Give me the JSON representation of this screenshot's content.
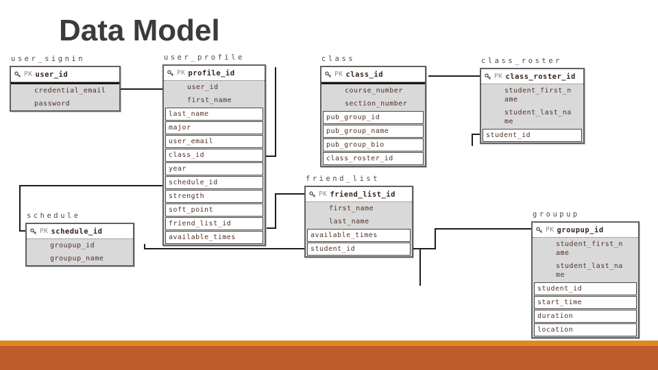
{
  "slide": {
    "title": "Data Model",
    "accent_stripe_color": "#e0891e",
    "bottom_bar_color": "#bd5b2b"
  },
  "tables": [
    {
      "id": "user_signin",
      "title": "user_signin",
      "pk_label": "PK",
      "pk_field": "user_id",
      "gray_fields": [
        "credential_email",
        "password"
      ],
      "white_fields": []
    },
    {
      "id": "user_profile",
      "title": "user_profile",
      "pk_label": "PK",
      "pk_field": "profile_id",
      "gray_fields": [
        "user_id",
        "first_name"
      ],
      "white_fields": [
        "last_name",
        "major",
        "user_email",
        "class_id",
        "year",
        "schedule_id",
        "strength",
        "soft_point",
        "friend_list_id",
        "available_times"
      ]
    },
    {
      "id": "class",
      "title": "class",
      "pk_label": "PK",
      "pk_field": "class_id",
      "gray_fields": [
        "course_number",
        "section_number"
      ],
      "white_fields": [
        "pub_group_id",
        "pub_group_name",
        "pub_group_bio",
        "class_roster_id"
      ]
    },
    {
      "id": "class_roster",
      "title": "class_roster",
      "pk_label": "PK",
      "pk_field": "class_roster_id",
      "gray_fields": [
        "student_first_name",
        "student_last_name"
      ],
      "white_fields": [
        "student_id"
      ]
    },
    {
      "id": "friend_list",
      "title": "friend_list",
      "pk_label": "PK",
      "pk_field": "friend_list_id",
      "gray_fields": [
        "first_name",
        "last_name"
      ],
      "white_fields": [
        "available_times",
        "student_id"
      ]
    },
    {
      "id": "schedule",
      "title": "schedule",
      "pk_label": "PK",
      "pk_field": "schedule_id",
      "gray_fields": [
        "groupup_id",
        "groupup_name"
      ],
      "white_fields": []
    },
    {
      "id": "groupup",
      "title": "groupup",
      "pk_label": "PK",
      "pk_field": "groupup_id",
      "gray_fields": [
        "student_first_name",
        "student_last_name"
      ],
      "white_fields": [
        "student_id",
        "start_time",
        "duration",
        "location"
      ]
    }
  ],
  "relationships": [
    {
      "from": "user_signin.user_id",
      "to": "user_profile.user_id"
    },
    {
      "from": "user_profile.schedule_id",
      "to": "schedule.schedule_id"
    },
    {
      "from": "user_profile.friend_list_id",
      "to": "friend_list.friend_list_id"
    },
    {
      "from": "user_profile.class_id",
      "to": "class.class_id"
    },
    {
      "from": "class.class_id",
      "to": "class_roster.class_roster_id"
    },
    {
      "from": "friend_list.student_id",
      "to": "groupup.groupup_id"
    },
    {
      "from": "class_roster.student_id",
      "to": ""
    },
    {
      "from": "schedule",
      "to": "friend_list.student_id"
    }
  ]
}
